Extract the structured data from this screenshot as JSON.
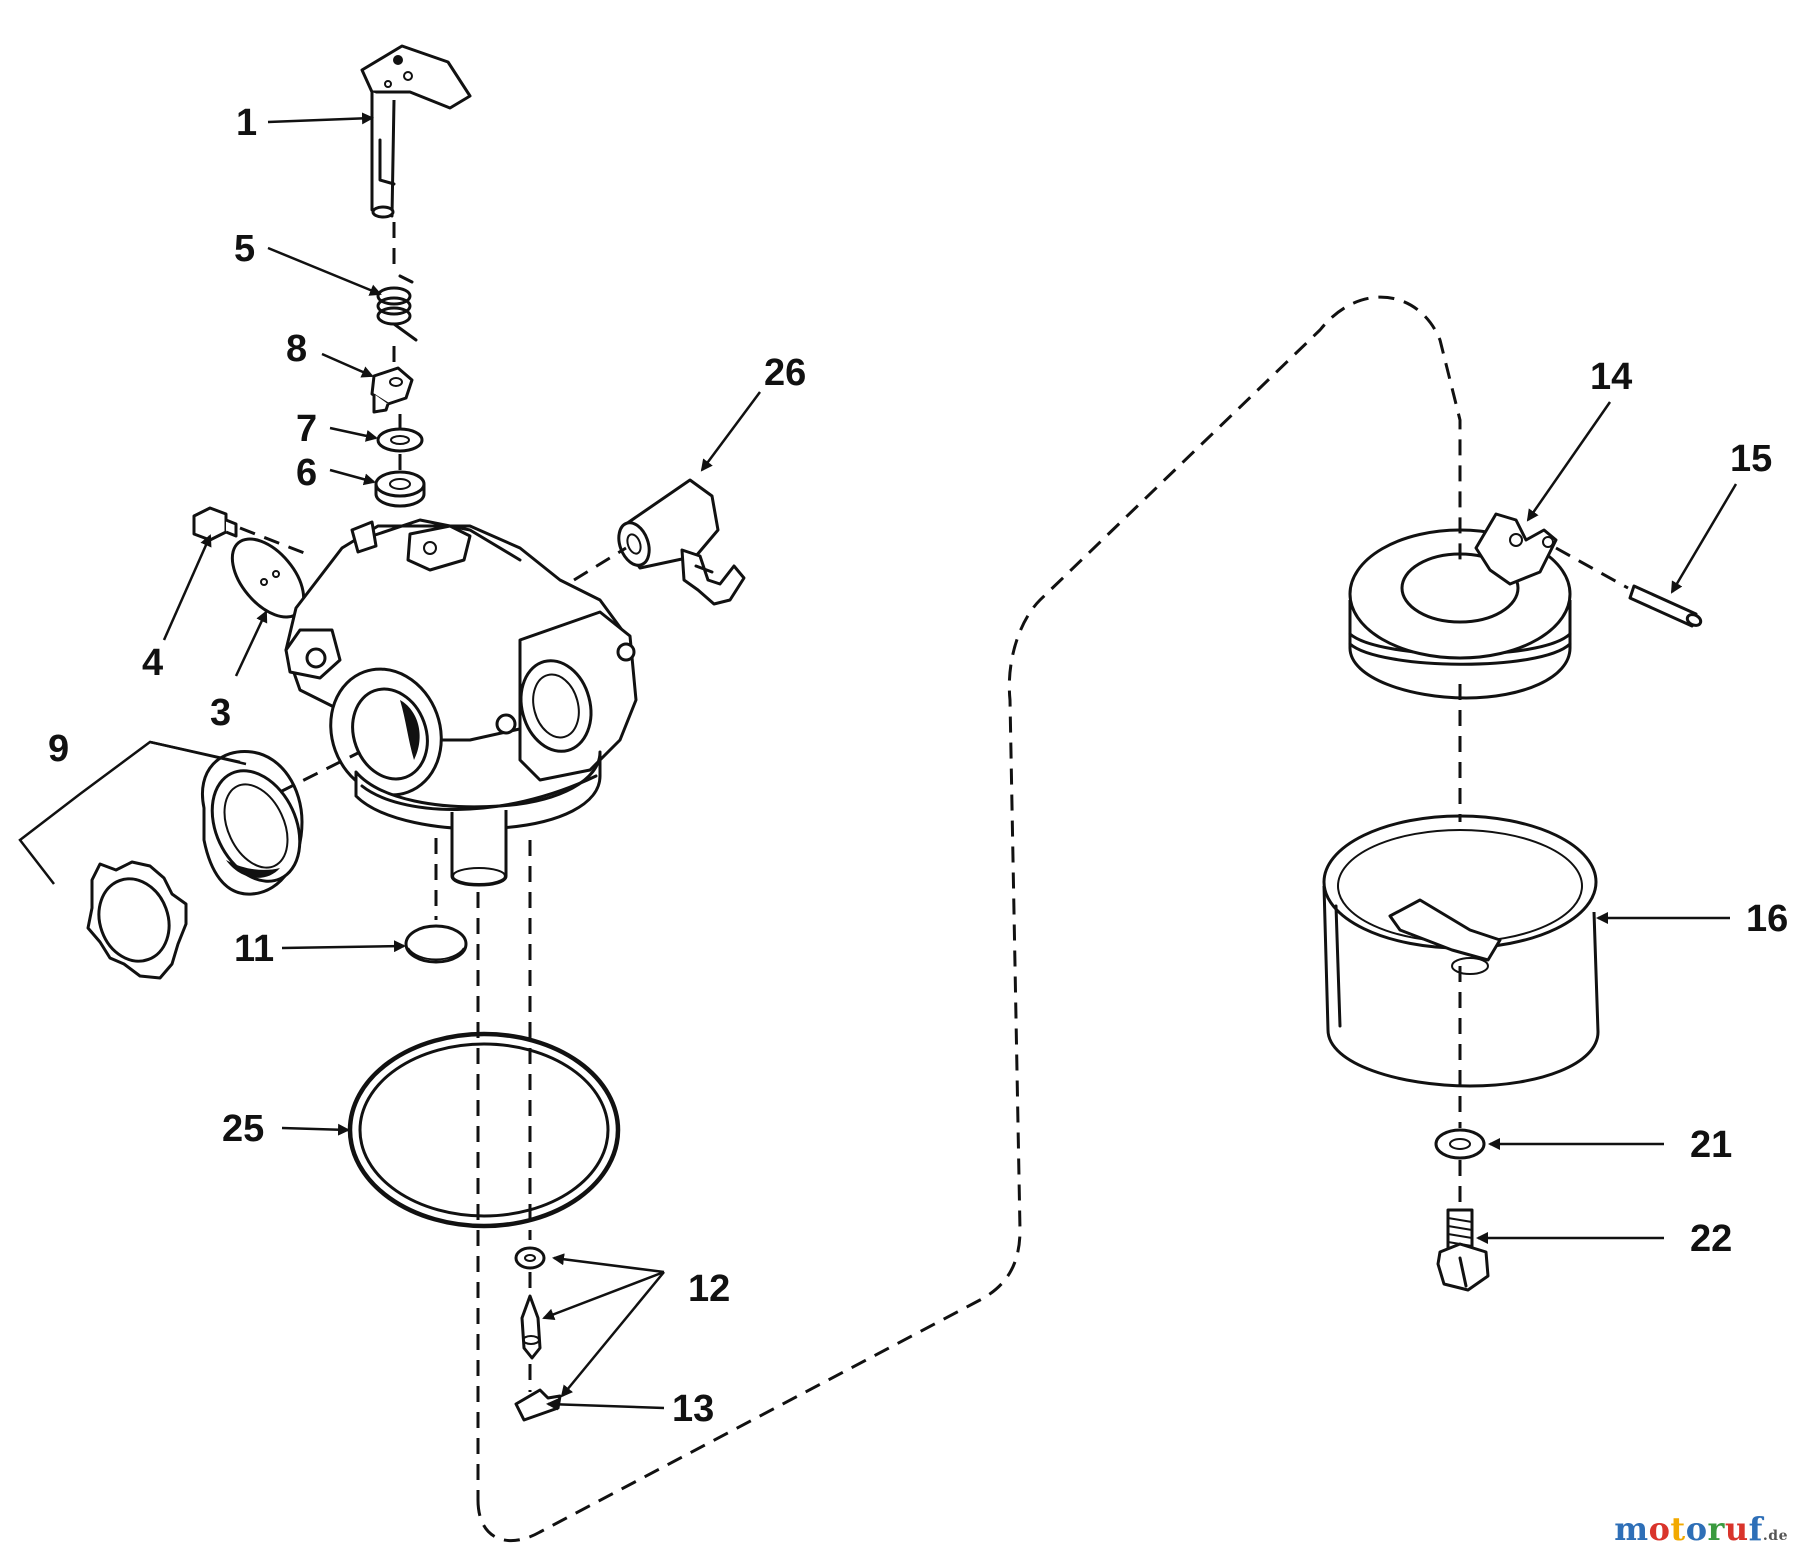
{
  "diagram": {
    "callouts": [
      {
        "id": "1",
        "label": "1"
      },
      {
        "id": "5",
        "label": "5"
      },
      {
        "id": "8",
        "label": "8"
      },
      {
        "id": "7",
        "label": "7"
      },
      {
        "id": "6",
        "label": "6"
      },
      {
        "id": "26",
        "label": "26"
      },
      {
        "id": "4",
        "label": "4"
      },
      {
        "id": "3",
        "label": "3"
      },
      {
        "id": "9",
        "label": "9"
      },
      {
        "id": "11",
        "label": "11"
      },
      {
        "id": "25",
        "label": "25"
      },
      {
        "id": "12",
        "label": "12"
      },
      {
        "id": "13",
        "label": "13"
      },
      {
        "id": "14",
        "label": "14"
      },
      {
        "id": "15",
        "label": "15"
      },
      {
        "id": "16",
        "label": "16"
      },
      {
        "id": "21",
        "label": "21"
      },
      {
        "id": "22",
        "label": "22"
      }
    ]
  },
  "watermark": {
    "letters": [
      "m",
      "o",
      "t",
      "o",
      "r",
      "u",
      "f"
    ],
    "letter_colors": [
      "#2e6fb7",
      "#d9342b",
      "#f2a900",
      "#2e6fb7",
      "#3a9a3f",
      "#d9342b",
      "#2e6fb7"
    ],
    "tld": ".de"
  }
}
